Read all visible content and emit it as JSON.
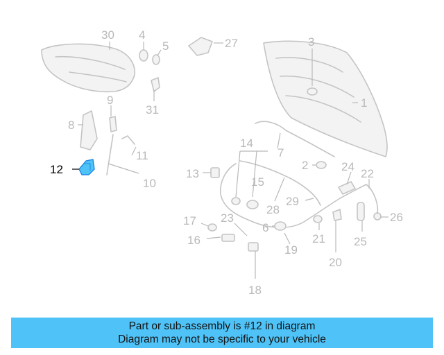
{
  "diagram": {
    "highlight_color": "#1e88e5",
    "callouts": [
      "1",
      "2",
      "3",
      "4",
      "5",
      "6",
      "7",
      "8",
      "9",
      "10",
      "11",
      "12",
      "13",
      "14",
      "15",
      "16",
      "17",
      "18",
      "19",
      "20",
      "21",
      "22",
      "23",
      "24",
      "25",
      "26",
      "27",
      "28",
      "29",
      "30",
      "31"
    ],
    "highlighted_part": "12"
  },
  "banner": {
    "line1": "Part or sub-assembly is #12 in diagram",
    "line2": "Diagram may not be specific to your vehicle",
    "color": "#4fc3f7"
  }
}
